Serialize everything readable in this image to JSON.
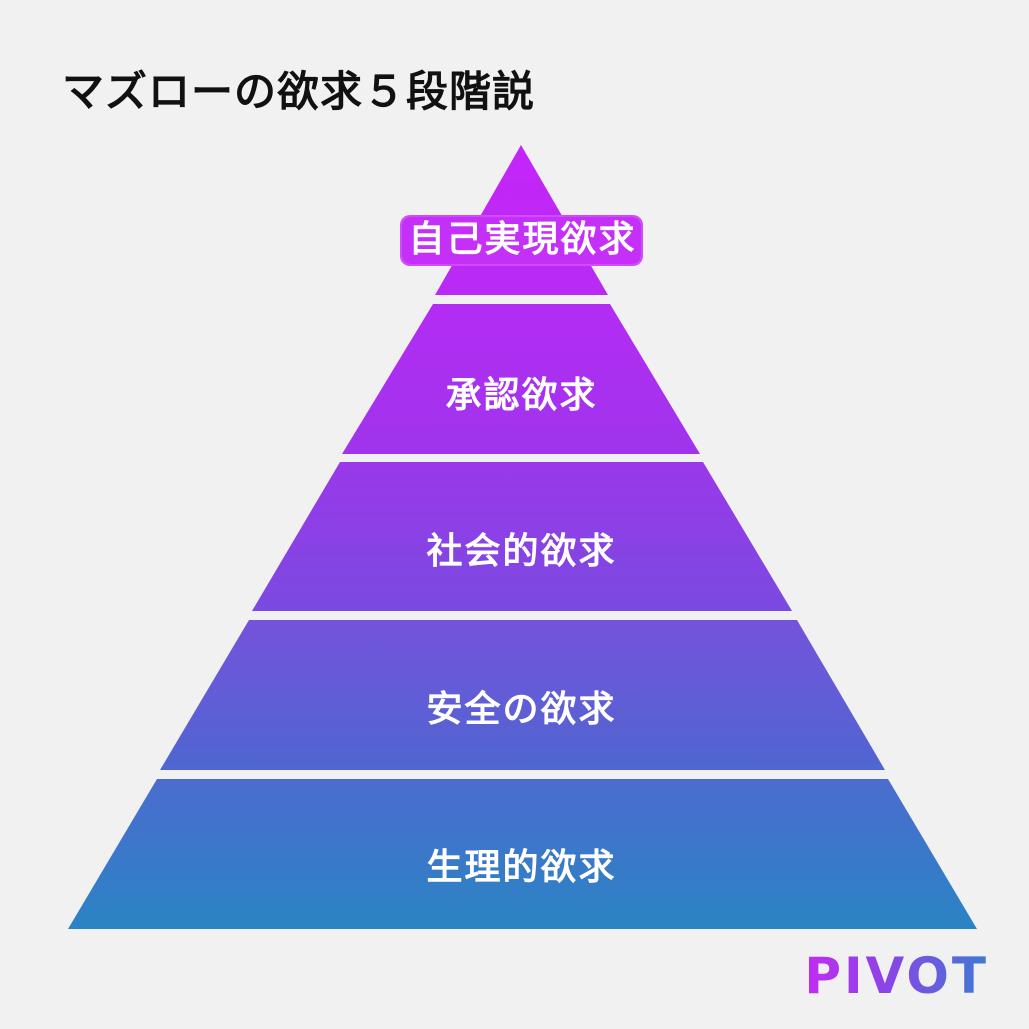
{
  "title": "マズローの欲求５段階説",
  "pyramid": {
    "levels": [
      {
        "label": "自己実現欲求",
        "color_top": "#c326f8",
        "color_bottom": "#b92af5"
      },
      {
        "label": "承認欲求",
        "color_top": "#b42cf4",
        "color_bottom": "#9f34ec"
      },
      {
        "label": "社会的欲求",
        "color_top": "#9a38ea",
        "color_bottom": "#7a4ae0"
      },
      {
        "label": "安全の欲求",
        "color_top": "#7453dc",
        "color_bottom": "#4f66d0"
      },
      {
        "label": "生理的欲求",
        "color_top": "#4b6ccf",
        "color_bottom": "#2a84c4"
      }
    ]
  },
  "logo": {
    "text": "PIVOT"
  },
  "colors": {
    "background": "#f2f1f2",
    "title": "#111111",
    "label": "#ffffff",
    "top_label_highlight": "#c530f8"
  }
}
